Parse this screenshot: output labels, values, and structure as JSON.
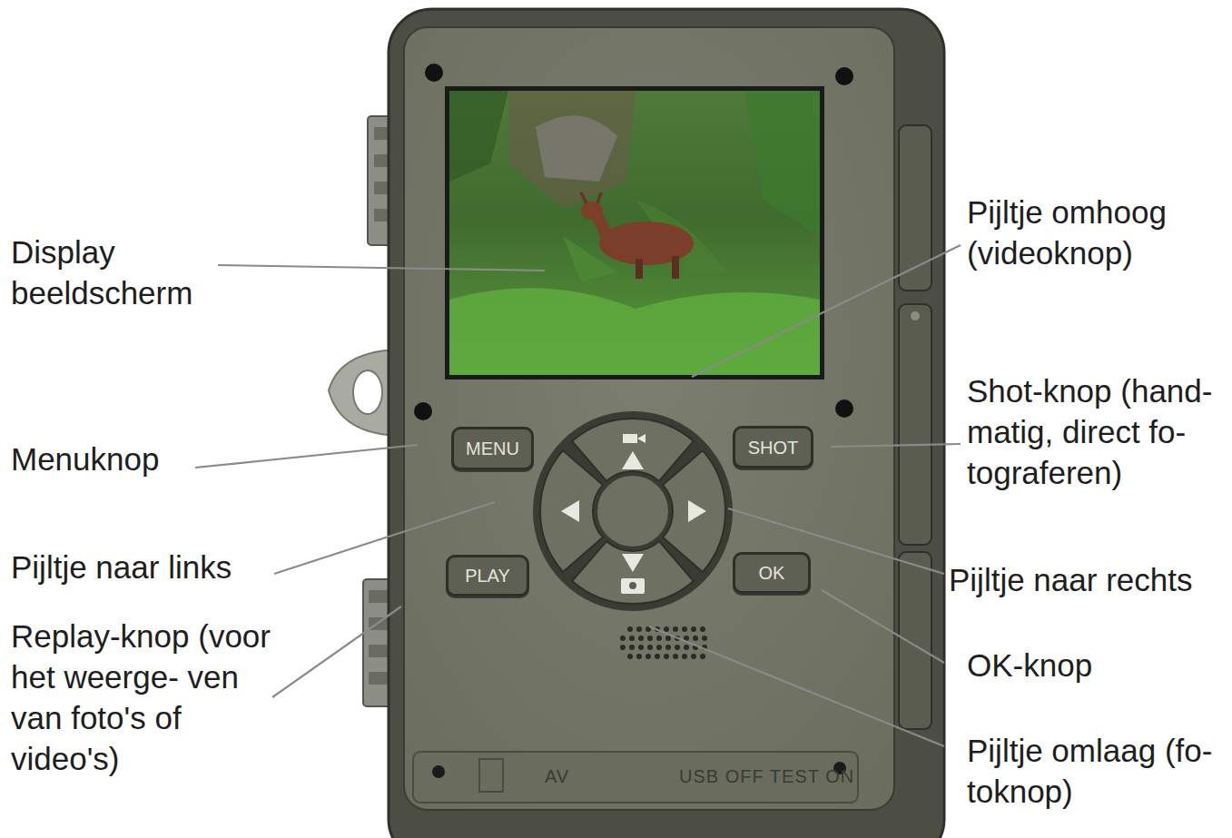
{
  "diagram": {
    "nodes": [
      {
        "text": [
          "MENU"
        ]
      },
      {
        "text": [
          "SHOT"
        ]
      },
      {
        "text": [
          "PLAY"
        ]
      },
      {
        "text": [
          "OK"
        ]
      }
    ],
    "labels": [
      "Display beeldscherm",
      "Pijltje omhoog (videoknop)",
      "Shot-knop (hand- matig, direct fo- tograferen)",
      "Menuknop",
      "Pijltje naar links",
      "Pijltje naar rechts",
      "Replay-knop (voor het weerge- ven van foto's of video's)",
      "OK-knop",
      "Pijltje omlaag (fo- toknop)",
      "AV",
      "USB OFF TEST ON"
    ]
  }
}
